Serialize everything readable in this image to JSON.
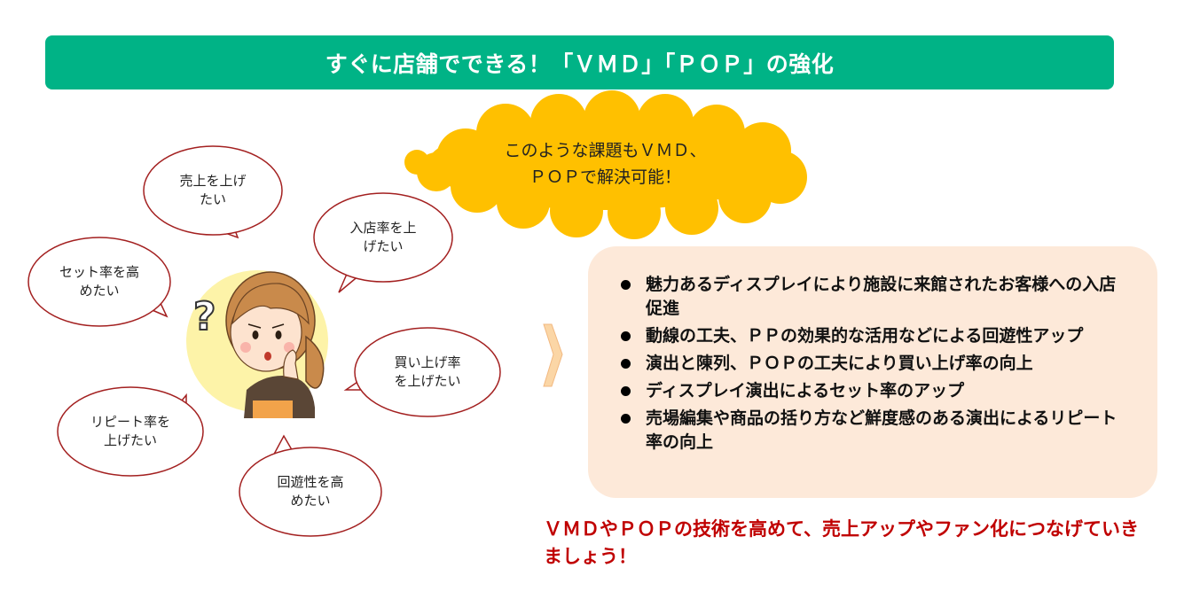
{
  "title": "すぐに店舗でできる！「ＶＭＤ」「ＰＯＰ」の強化",
  "cloud": {
    "text": "このような課題もＶＭＤ、\nＰＯＰで解決可能！"
  },
  "bubbles": [
    {
      "id": "sales",
      "text": "売上を上げ\nたい"
    },
    {
      "id": "entry",
      "text": "入店率を上\nげたい"
    },
    {
      "id": "set",
      "text": "セット率を高\nめたい"
    },
    {
      "id": "buyup",
      "text": "買い上げ率\nを上げたい"
    },
    {
      "id": "repeat",
      "text": "リピート率を\n上げたい"
    },
    {
      "id": "circulation",
      "text": "回遊性を高\nめたい"
    }
  ],
  "benefits": [
    "魅力あるディスプレイにより施設に来館されたお客様への入店促進",
    "動線の工夫、ＰＰの効果的な活用などによる回遊性アップ",
    "演出と陳列、ＰＯＰの工夫により買い上げ率の向上",
    "ディスプレイ演出によるセット率のアップ",
    "売場編集や商品の括り方など鮮度感のある演出によるリピート率の向上"
  ],
  "footer": "ＶＭＤやＰＯＰの技術を高めて、売上アップやファン化につなげていきましょう！",
  "colors": {
    "title_bg": "#00b386",
    "cloud": "#ffc000",
    "bubble_stroke": "#a32020",
    "panel_bg": "#fde9d9",
    "footer_text": "#c00000",
    "arrow": "#fbd6a6",
    "character_circle": "#fdf3a8"
  }
}
